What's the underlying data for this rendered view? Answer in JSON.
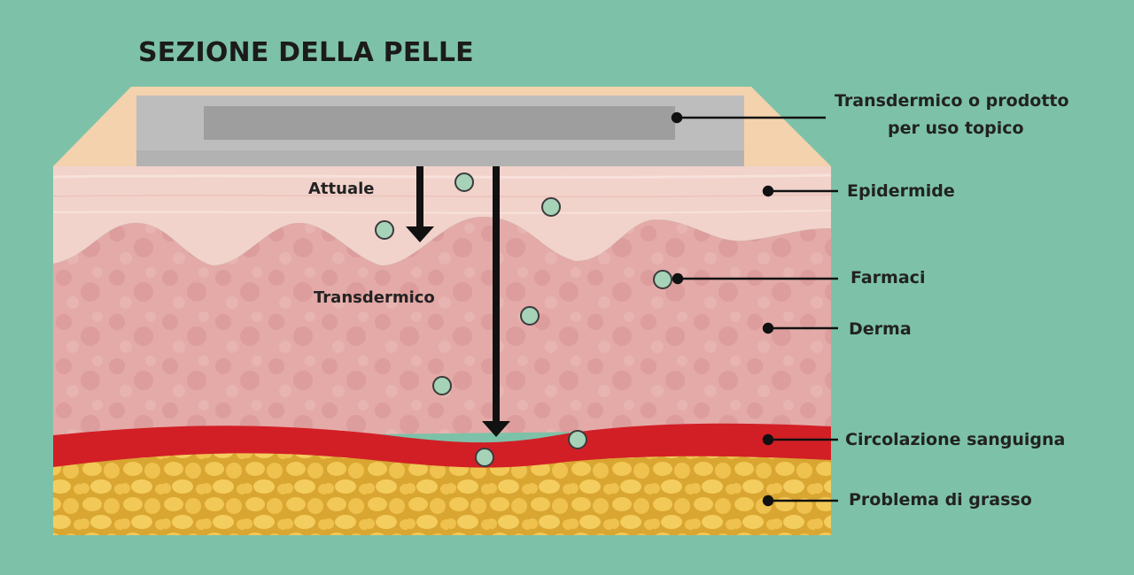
{
  "title": "SEZIONE DELLA PELLE",
  "arrows": {
    "current": "Attuale",
    "transdermal": "Transdermico"
  },
  "labels": {
    "patch_line1": "Transdermico o prodotto",
    "patch_line2": "per uso topico",
    "epidermis": "Epidermide",
    "drugs": "Farmaci",
    "dermis": "Derma",
    "blood": "Circolazione sanguigna",
    "fat": "Problema di grasso"
  },
  "colors": {
    "background": "#7dc2a8",
    "patch": "#bdbdbd",
    "epidermis": "#f1d3cb",
    "dermis": "#e0a7a5",
    "blood": "#d21f26",
    "fat": "#e8b93e",
    "drug": "#a6d3b8"
  }
}
